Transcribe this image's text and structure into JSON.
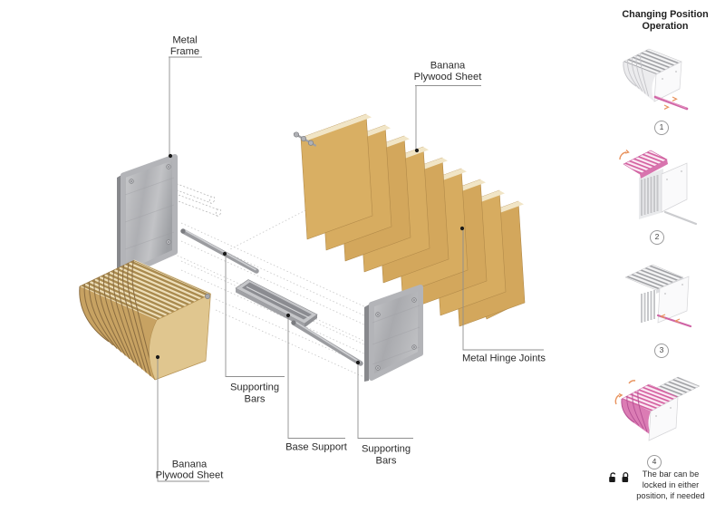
{
  "page": {
    "background": "#ffffff"
  },
  "diagram": {
    "type": "exploded-axonometric-assembly",
    "labels": {
      "metal_frame": {
        "line1": "Metal",
        "line2": "Frame"
      },
      "banana_plywood_top": {
        "line1": "Banana",
        "line2": "Plywood Sheet"
      },
      "metal_hinge_joints": {
        "text": "Metal Hinge Joints"
      },
      "supporting_bars_left": {
        "line1": "Supporting",
        "line2": "Bars"
      },
      "base_support": {
        "text": "Base Support"
      },
      "supporting_bars_right": {
        "line1": "Supporting",
        "line2": "Bars"
      },
      "banana_plywood_bottom": {
        "line1": "Banana",
        "line2": "Plywood Sheet"
      }
    },
    "colors": {
      "wood_face": "#d7ac60",
      "wood_top_edge": "#f1e5c6",
      "wood_dark_edge": "#8a6c40",
      "metal_light": "#c9cacd",
      "metal_mid": "#a8a9ad",
      "leader_line": "#8f8f8f",
      "construction_line": "#c6c6c6",
      "label_text": "#2b2b2b"
    }
  },
  "sidebar": {
    "title": {
      "line1": "Changing Position",
      "line2": "Operation"
    },
    "steps": [
      {
        "number": "1"
      },
      {
        "number": "2"
      },
      {
        "number": "3"
      },
      {
        "number": "4"
      }
    ],
    "note": {
      "line1": "The bar can be",
      "line2": "locked in either",
      "line3": "position, if needed"
    },
    "icons": {
      "left": "unlock-icon",
      "right": "lock-icon"
    },
    "colors": {
      "highlight_pink": "#d0559e",
      "arrow_orange": "#e8935e",
      "model_gray": "#c6c7ca"
    }
  }
}
